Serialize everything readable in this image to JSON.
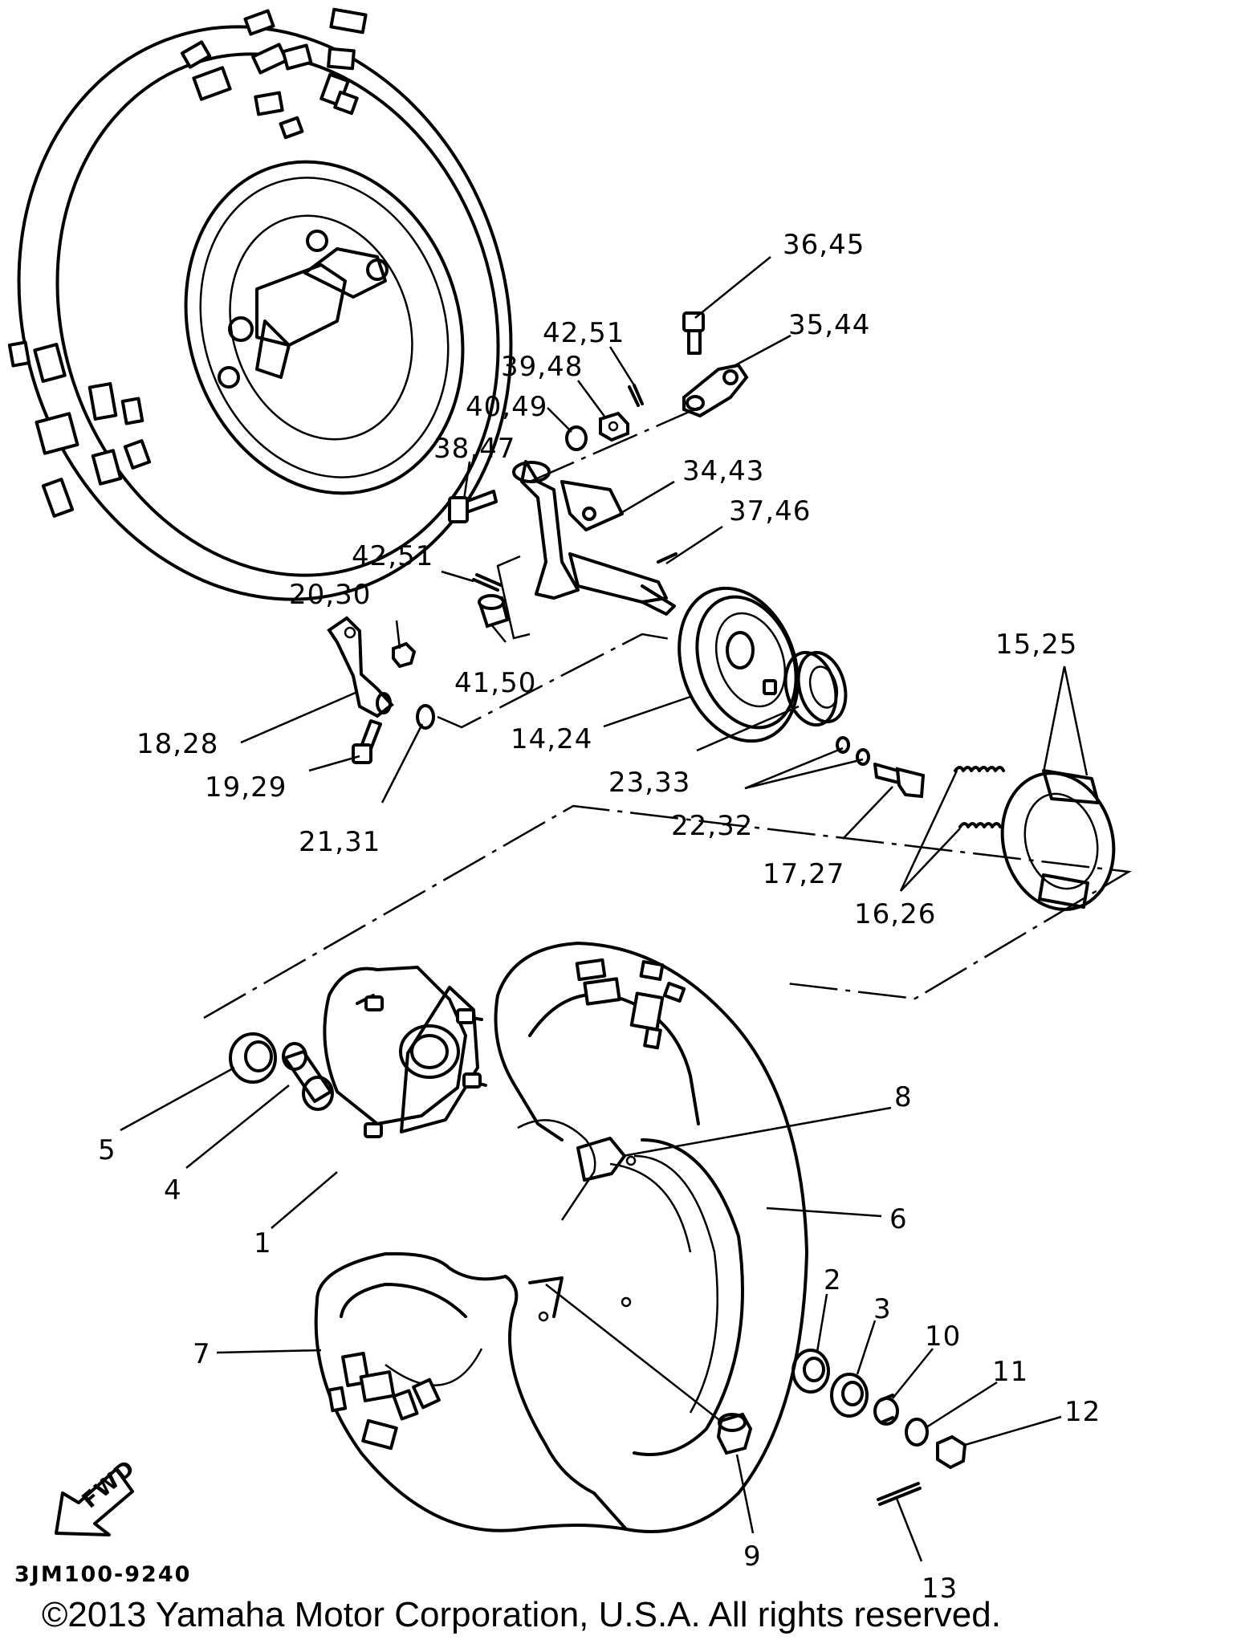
{
  "diagram_code": "3JM100-9240",
  "copyright": "©2013 Yamaha Motor Corporation, U.S.A. All rights reserved.",
  "fwd_label": "FWD",
  "callouts": {
    "c1": "1",
    "c2": "2",
    "c3": "3",
    "c4": "4",
    "c5": "5",
    "c6": "6",
    "c7": "7",
    "c8": "8",
    "c9": "9",
    "c10": "10",
    "c11": "11",
    "c12": "12",
    "c13": "13",
    "c14": "14,24",
    "c15": "15,25",
    "c16": "16,26",
    "c17": "17,27",
    "c18": "18,28",
    "c19": "19,29",
    "c20": "20,30",
    "c21": "21,31",
    "c22": "22,32",
    "c23": "23,33",
    "c34": "34,43",
    "c35": "35,44",
    "c36": "36,45",
    "c37": "37,46",
    "c38": "38,47",
    "c39": "39,48",
    "c40": "40,49",
    "c41": "41,50",
    "c42a": "42,51",
    "c42b": "42,51"
  },
  "icons": {
    "assembled_wheel": "assembled-wheel-icon",
    "knuckle": "steering-knuckle-icon",
    "brake_plate": "brake-plate-icon",
    "brake_shoe": "brake-shoe-icon",
    "hub": "wheel-hub-icon",
    "tire": "tire-icon",
    "fwd_arrow": "fwd-arrow-icon"
  }
}
